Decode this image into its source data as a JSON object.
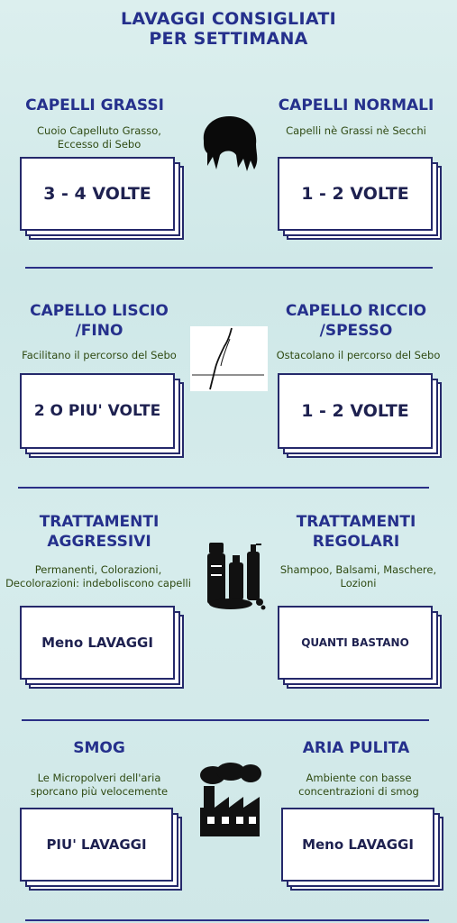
{
  "title": {
    "line1": "LAVAGGI CONSIGLIATI",
    "line2": "PER SETTIMANA"
  },
  "sections": [
    {
      "left": {
        "heading_1": "CAPELLI GRASSI",
        "heading_2": "",
        "desc_1": "Cuoio Capelluto Grasso,",
        "desc_2": "Eccesso di Sebo",
        "box": "3 - 4 VOLTE"
      },
      "right": {
        "heading_1": "CAPELLI NORMALI",
        "heading_2": "",
        "desc_1": "Capelli nè Grassi nè Secchi",
        "desc_2": "",
        "box": "1 - 2 VOLTE"
      },
      "icon": "hair-silhouette-icon"
    },
    {
      "left": {
        "heading_1": "CAPELLO LISCIO",
        "heading_2": "/FINO",
        "desc_1": "Facilitano il percorso del Sebo",
        "desc_2": "",
        "box": "2 O PIU' VOLTE"
      },
      "right": {
        "heading_1": "CAPELLO RICCIO",
        "heading_2": "/SPESSO",
        "desc_1": "Ostacolano il percorso del Sebo",
        "desc_2": "",
        "box": "1 - 2 VOLTE"
      },
      "icon": "hair-strand-icon"
    },
    {
      "left": {
        "heading_1": "TRATTAMENTI",
        "heading_2": "AGGRESSIVI",
        "desc_1": "Permanenti, Colorazioni,",
        "desc_2": "Decolorazioni: indeboliscono capelli",
        "box": "Meno LAVAGGI"
      },
      "right": {
        "heading_1": "TRATTAMENTI",
        "heading_2": "REGOLARI",
        "desc_1": "Shampoo, Balsami, Maschere,",
        "desc_2": "Lozioni",
        "box": "QUANTI BASTANO"
      },
      "icon": "cosmetic-bottles-icon"
    },
    {
      "left": {
        "heading_1": "SMOG",
        "heading_2": "",
        "desc_1": "Le Micropolveri dell'aria",
        "desc_2": "sporcano più velocemente",
        "box": "PIU' LAVAGGI"
      },
      "right": {
        "heading_1": "ARIA PULITA",
        "heading_2": "",
        "desc_1": "Ambiente con basse",
        "desc_2": "concentrazioni di smog",
        "box": "Meno LAVAGGI"
      },
      "icon": "factory-icon"
    }
  ],
  "colors": {
    "heading": "#25308c",
    "description": "#2f4a12",
    "box_border": "#25296b",
    "background": "#d6ecec"
  }
}
